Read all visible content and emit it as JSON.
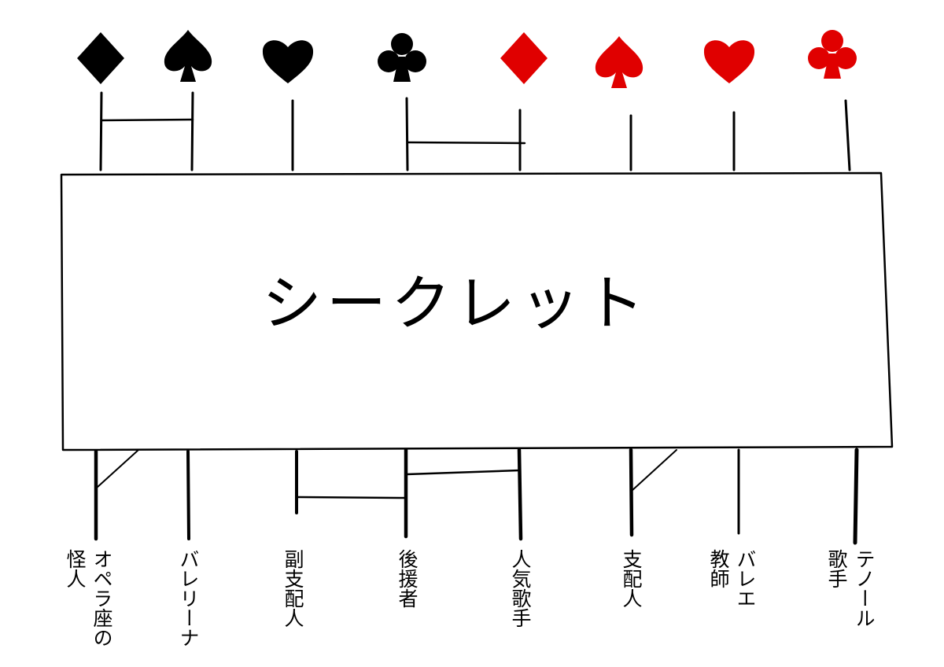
{
  "diagram": {
    "title": "シークレット",
    "suits": [
      {
        "icon": "spade-diamond",
        "name": "diamond",
        "color": "#000000"
      },
      {
        "icon": "spade-icon",
        "name": "spade",
        "color": "#000000"
      },
      {
        "icon": "heart-icon",
        "name": "heart",
        "color": "#000000"
      },
      {
        "icon": "club-icon",
        "name": "club",
        "color": "#000000"
      },
      {
        "icon": "diamond-icon",
        "name": "diamond",
        "color": "#e00000"
      },
      {
        "icon": "spade-icon",
        "name": "spade",
        "color": "#e00000"
      },
      {
        "icon": "heart-icon",
        "name": "heart",
        "color": "#e00000"
      },
      {
        "icon": "club-icon",
        "name": "club",
        "color": "#e00000"
      }
    ],
    "labels": [
      {
        "col1": "怪人",
        "col2": "オペラ座の"
      },
      {
        "col1": "バレリーナ"
      },
      {
        "col1": "副支配人"
      },
      {
        "col1": "後援者"
      },
      {
        "col1": "人気歌手"
      },
      {
        "col1": "支配人"
      },
      {
        "col1": "教師",
        "col2": "バレエ"
      },
      {
        "col1": "歌手",
        "col2": "テノール"
      }
    ]
  }
}
